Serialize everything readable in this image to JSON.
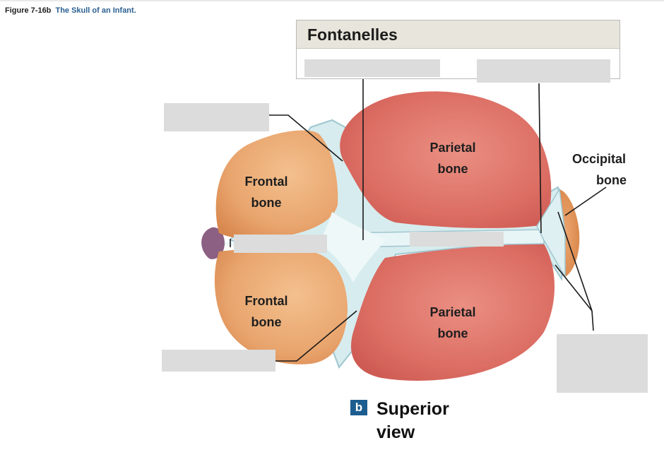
{
  "figure": {
    "number": "Figure 7-16b",
    "title": "The Skull of an Infant."
  },
  "fontanelles_box": {
    "title": "Fontanelles"
  },
  "labels": {
    "frontal_upper": [
      "Frontal",
      "bone"
    ],
    "frontal_lower": [
      "Frontal",
      "bone"
    ],
    "parietal_upper": [
      "Parietal",
      "bone"
    ],
    "parietal_lower": [
      "Parietal",
      "bone"
    ],
    "occipital": [
      "Occipital",
      "bone"
    ]
  },
  "view": {
    "badge": "b",
    "line1": "Superior",
    "line2": "view"
  },
  "colors": {
    "frontal_bone": "#e7a06a",
    "parietal_bone": "#d9675e",
    "membrane": "#d7ecee",
    "membrane_edge": "#9fc6d0",
    "label_blank": "#dcdcdc",
    "caption_title": "#2a5f91",
    "badge": "#1d5d90"
  }
}
